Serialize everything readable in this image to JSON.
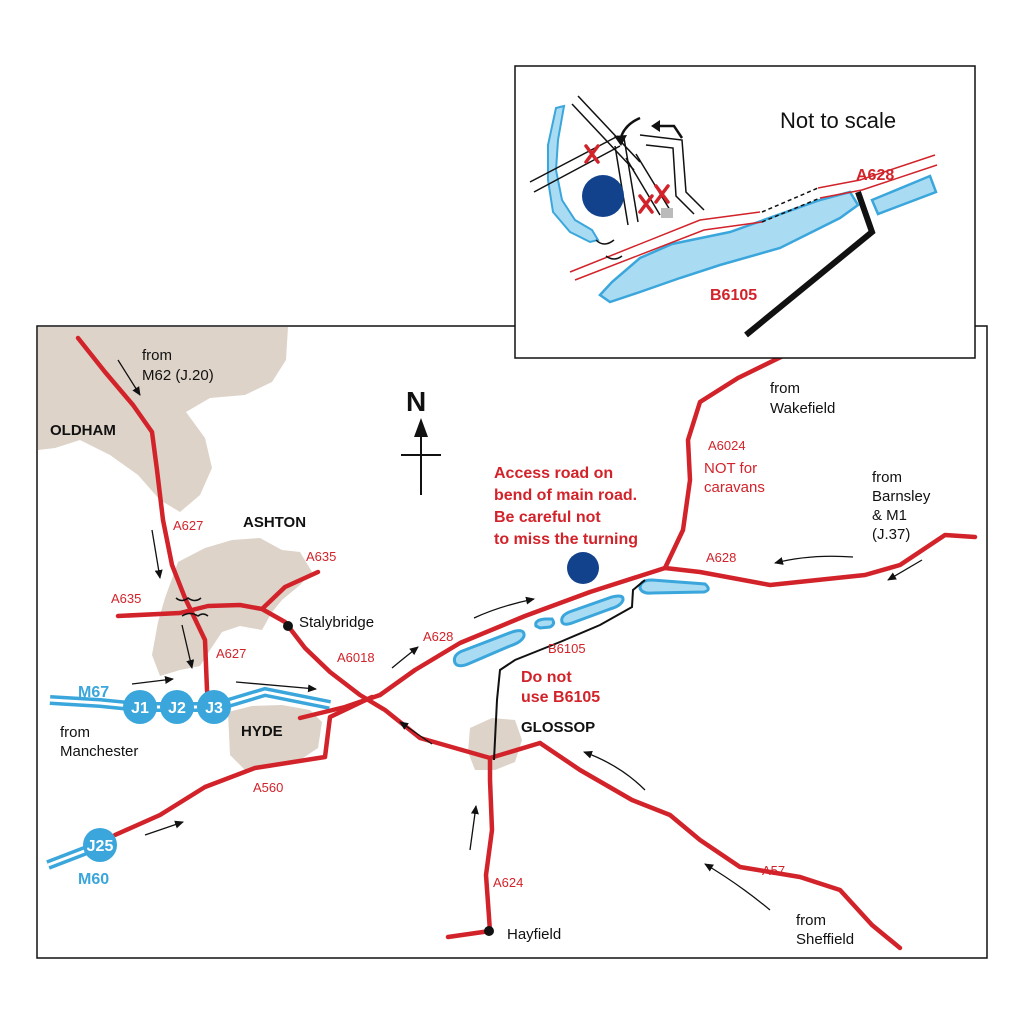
{
  "colors": {
    "road": "#d2232a",
    "motorway": "#3aa6dc",
    "reservoir": "#a9dcf3",
    "town": "#ddd3c8",
    "site": "#13428c",
    "black": "#111111"
  },
  "north_label": "N",
  "main_labels": {
    "from_m62": "from",
    "from_m62_2": "M62 (J.20)",
    "from_wakefield": "from",
    "from_wakefield_2": "Wakefield",
    "from_barnsley": "from",
    "from_barnsley_2": "Barnsley",
    "from_barnsley_3": "& M1",
    "from_barnsley_4": "(J.37)",
    "from_manchester": "from",
    "from_manchester_2": "Manchester",
    "from_sheffield": "from",
    "from_sheffield_2": "Sheffield",
    "stalybridge": "Stalybridge",
    "hayfield": "Hayfield"
  },
  "towns": {
    "oldham": "OLDHAM",
    "ashton": "ASHTON",
    "hyde": "HYDE",
    "glossop": "GLOSSOP"
  },
  "road_labels": {
    "a627_top": "A627",
    "a627_bottom": "A627",
    "a635_left": "A635",
    "a635_right": "A635",
    "a6018": "A6018",
    "a628_left": "A628",
    "a628_right": "A628",
    "b6105": "B6105",
    "a6024": "A6024",
    "a560": "A560",
    "a624": "A624",
    "a57": "A57"
  },
  "notes": {
    "a6024_note_1": "NOT for",
    "a6024_note_2": "caravans",
    "access_1": "Access road on",
    "access_2": "bend of main road.",
    "access_3": "Be careful not",
    "access_4": "to miss the turning",
    "b6105_warn_1": "Do not",
    "b6105_warn_2": "use B6105"
  },
  "motorways": {
    "m67": "M67",
    "m60": "M60",
    "j1": "J1",
    "j2": "J2",
    "j3": "J3",
    "j25": "J25"
  },
  "inset": {
    "not_to_scale": "Not to scale",
    "a628": "A628",
    "b6105": "B6105"
  }
}
